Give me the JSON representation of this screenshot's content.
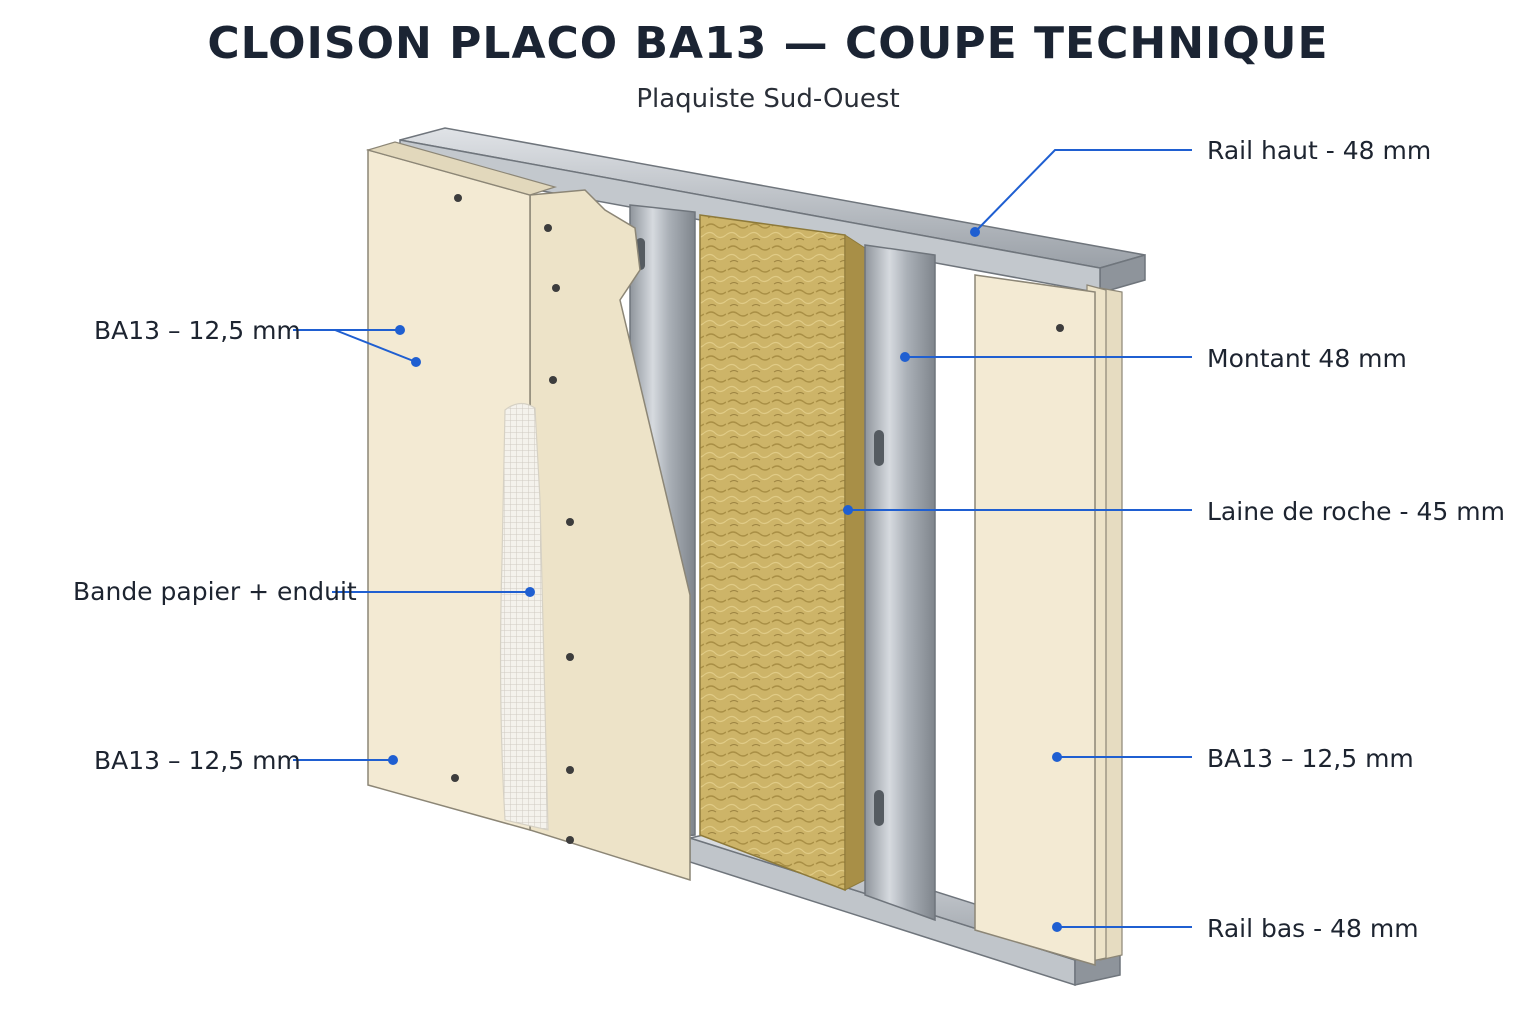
{
  "title": "CLOISON PLACO BA13 — COUPE TECHNIQUE",
  "subtitle": "Plaquiste Sud-Ouest",
  "callouts": {
    "ba13_left_top": "BA13 – 12,5 mm",
    "bande": "Bande papier + enduit",
    "ba13_left_bottom": "BA13 – 12,5 mm",
    "rail_haut": "Rail haut - 48 mm",
    "montant": "Montant 48 mm",
    "laine": "Laine de roche - 45 mm",
    "ba13_right": "BA13 – 12,5 mm",
    "rail_bas": "Rail bas - 48 mm"
  },
  "colors": {
    "accent": "#1f5fd1",
    "plasterboard": "#f3ead3",
    "metal": "#b9bec4",
    "insulation": "#cbb064",
    "title": "#1b2433"
  }
}
